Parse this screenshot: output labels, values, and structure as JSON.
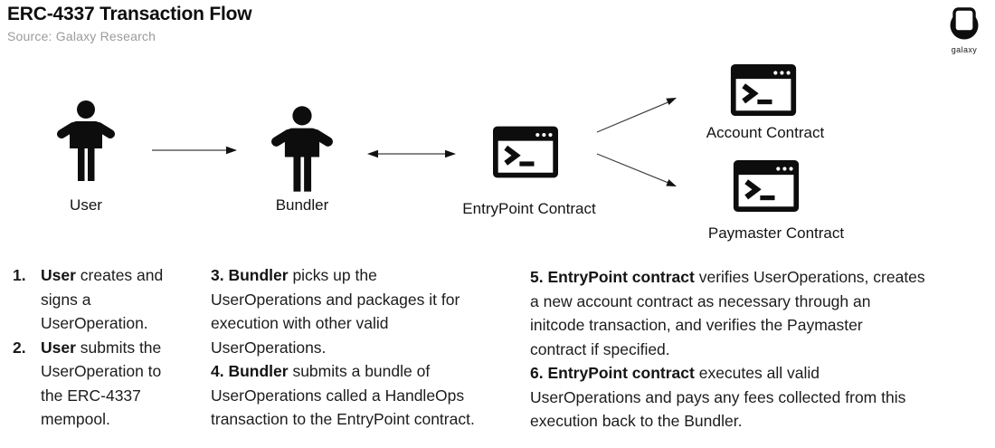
{
  "header": {
    "title": "ERC-4337 Transaction Flow",
    "source": "Source: Galaxy Research",
    "logo_text": "galaxy"
  },
  "diagram": {
    "nodes": [
      {
        "id": "user",
        "label": "User",
        "icon": "person-icon"
      },
      {
        "id": "bundler",
        "label": "Bundler",
        "icon": "person-icon"
      },
      {
        "id": "entrypoint",
        "label": "EntryPoint Contract",
        "icon": "terminal-window-icon"
      },
      {
        "id": "account",
        "label": "Account Contract",
        "icon": "terminal-window-icon"
      },
      {
        "id": "paymaster",
        "label": "Paymaster Contract",
        "icon": "terminal-window-icon"
      }
    ],
    "edges": [
      {
        "from": "user",
        "to": "bundler",
        "style": "single-arrow-right"
      },
      {
        "from": "bundler",
        "to": "entrypoint",
        "style": "double-arrow"
      },
      {
        "from": "entrypoint",
        "to": "account",
        "style": "single-arrow-up-right"
      },
      {
        "from": "entrypoint",
        "to": "paymaster",
        "style": "single-arrow-down-right"
      }
    ]
  },
  "notes": {
    "col1": [
      {
        "num": "1.",
        "lead": "User",
        "rest": " creates and\nsigns a\nUserOperation."
      },
      {
        "num": "2.",
        "lead": "User",
        "rest": " submits the\nUserOperation to\nthe ERC-4337\nmempool."
      }
    ],
    "col2": [
      {
        "lead": "3. Bundler",
        "rest": " picks up the\nUserOperations and packages it for\nexecution with other valid\nUserOperations."
      },
      {
        "lead": "4. Bundler",
        "rest": " submits a bundle of\nUserOperations called a HandleOps\ntransaction to the EntryPoint contract."
      }
    ],
    "col3": [
      {
        "lead": "5. EntryPoint contract",
        "rest": " verifies UserOperations, creates\na new account contract as necessary through an\ninitcode transaction, and verifies the Paymaster\ncontract if specified."
      },
      {
        "lead": "6. EntryPoint contract",
        "rest": " executes all valid\nUserOperations and pays any fees collected from this\nexecution back to the Bundler."
      }
    ]
  },
  "colors": {
    "icon_black": "#0d0d0d",
    "text": "#1c1c1c",
    "muted_gray": "#9b9b9b",
    "arrow_line": "#3d3d3d"
  }
}
